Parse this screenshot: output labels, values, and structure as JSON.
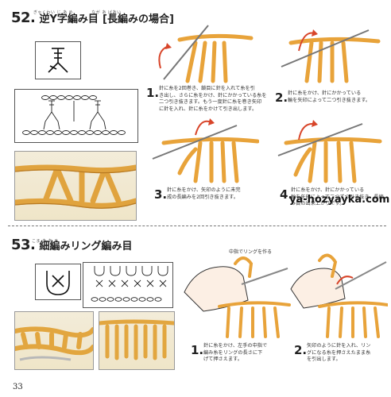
{
  "section52": {
    "number": "52.",
    "title": "逆Y字編み目",
    "subtitle": "[長編みの場合]",
    "ruby_title": "ぎゃくわい じ あ め",
    "ruby_sub": "なが あ ばあい",
    "steps": [
      {
        "num": "1.",
        "text": [
          "針に糸を2回巻き、鎖目に針を入れて糸を引",
          "き出し、さらに糸をかけ、針にかかっている糸を",
          "二つ引き抜きます。もう一度針に糸を巻き矢印",
          "に針を入れ、針に糸をかけて引き出します。"
        ]
      },
      {
        "num": "2.",
        "text": [
          "針に糸をかけ、針にかかっている",
          "輪を矢印によって二つ引き抜きます。"
        ]
      },
      {
        "num": "3.",
        "text": [
          "針に糸をかけ、矢印のように未完",
          "成の長編みを2回引き抜きます。"
        ]
      },
      {
        "num": "4.",
        "text": [
          "針に糸をかけ、針にかかっている",
          "輪を矢印によって二つずつ引き抜き、長編",
          "み目の出来上がりです。"
        ]
      }
    ]
  },
  "section53": {
    "number": "53.",
    "title": "細編みリング編み目",
    "ruby_title": "こま あ あ め",
    "callout": "中指でリングを作る",
    "steps": [
      {
        "num": "1.",
        "text": [
          "針に糸をかけ、左手の中指で",
          "編み糸をリングの長さに下",
          "げて押さえます。"
        ]
      },
      {
        "num": "2.",
        "text": [
          "矢印のように針を入れ、リン",
          "グになる糸を押さえたまま糸",
          "を引出します。"
        ]
      }
    ]
  },
  "watermark": "ya-hozyayka.com",
  "page_number": "33",
  "colors": {
    "yarn": "#e8a33a",
    "yarn_dark": "#c27a1f",
    "arrow": "#d8452a",
    "ink": "#222222"
  }
}
